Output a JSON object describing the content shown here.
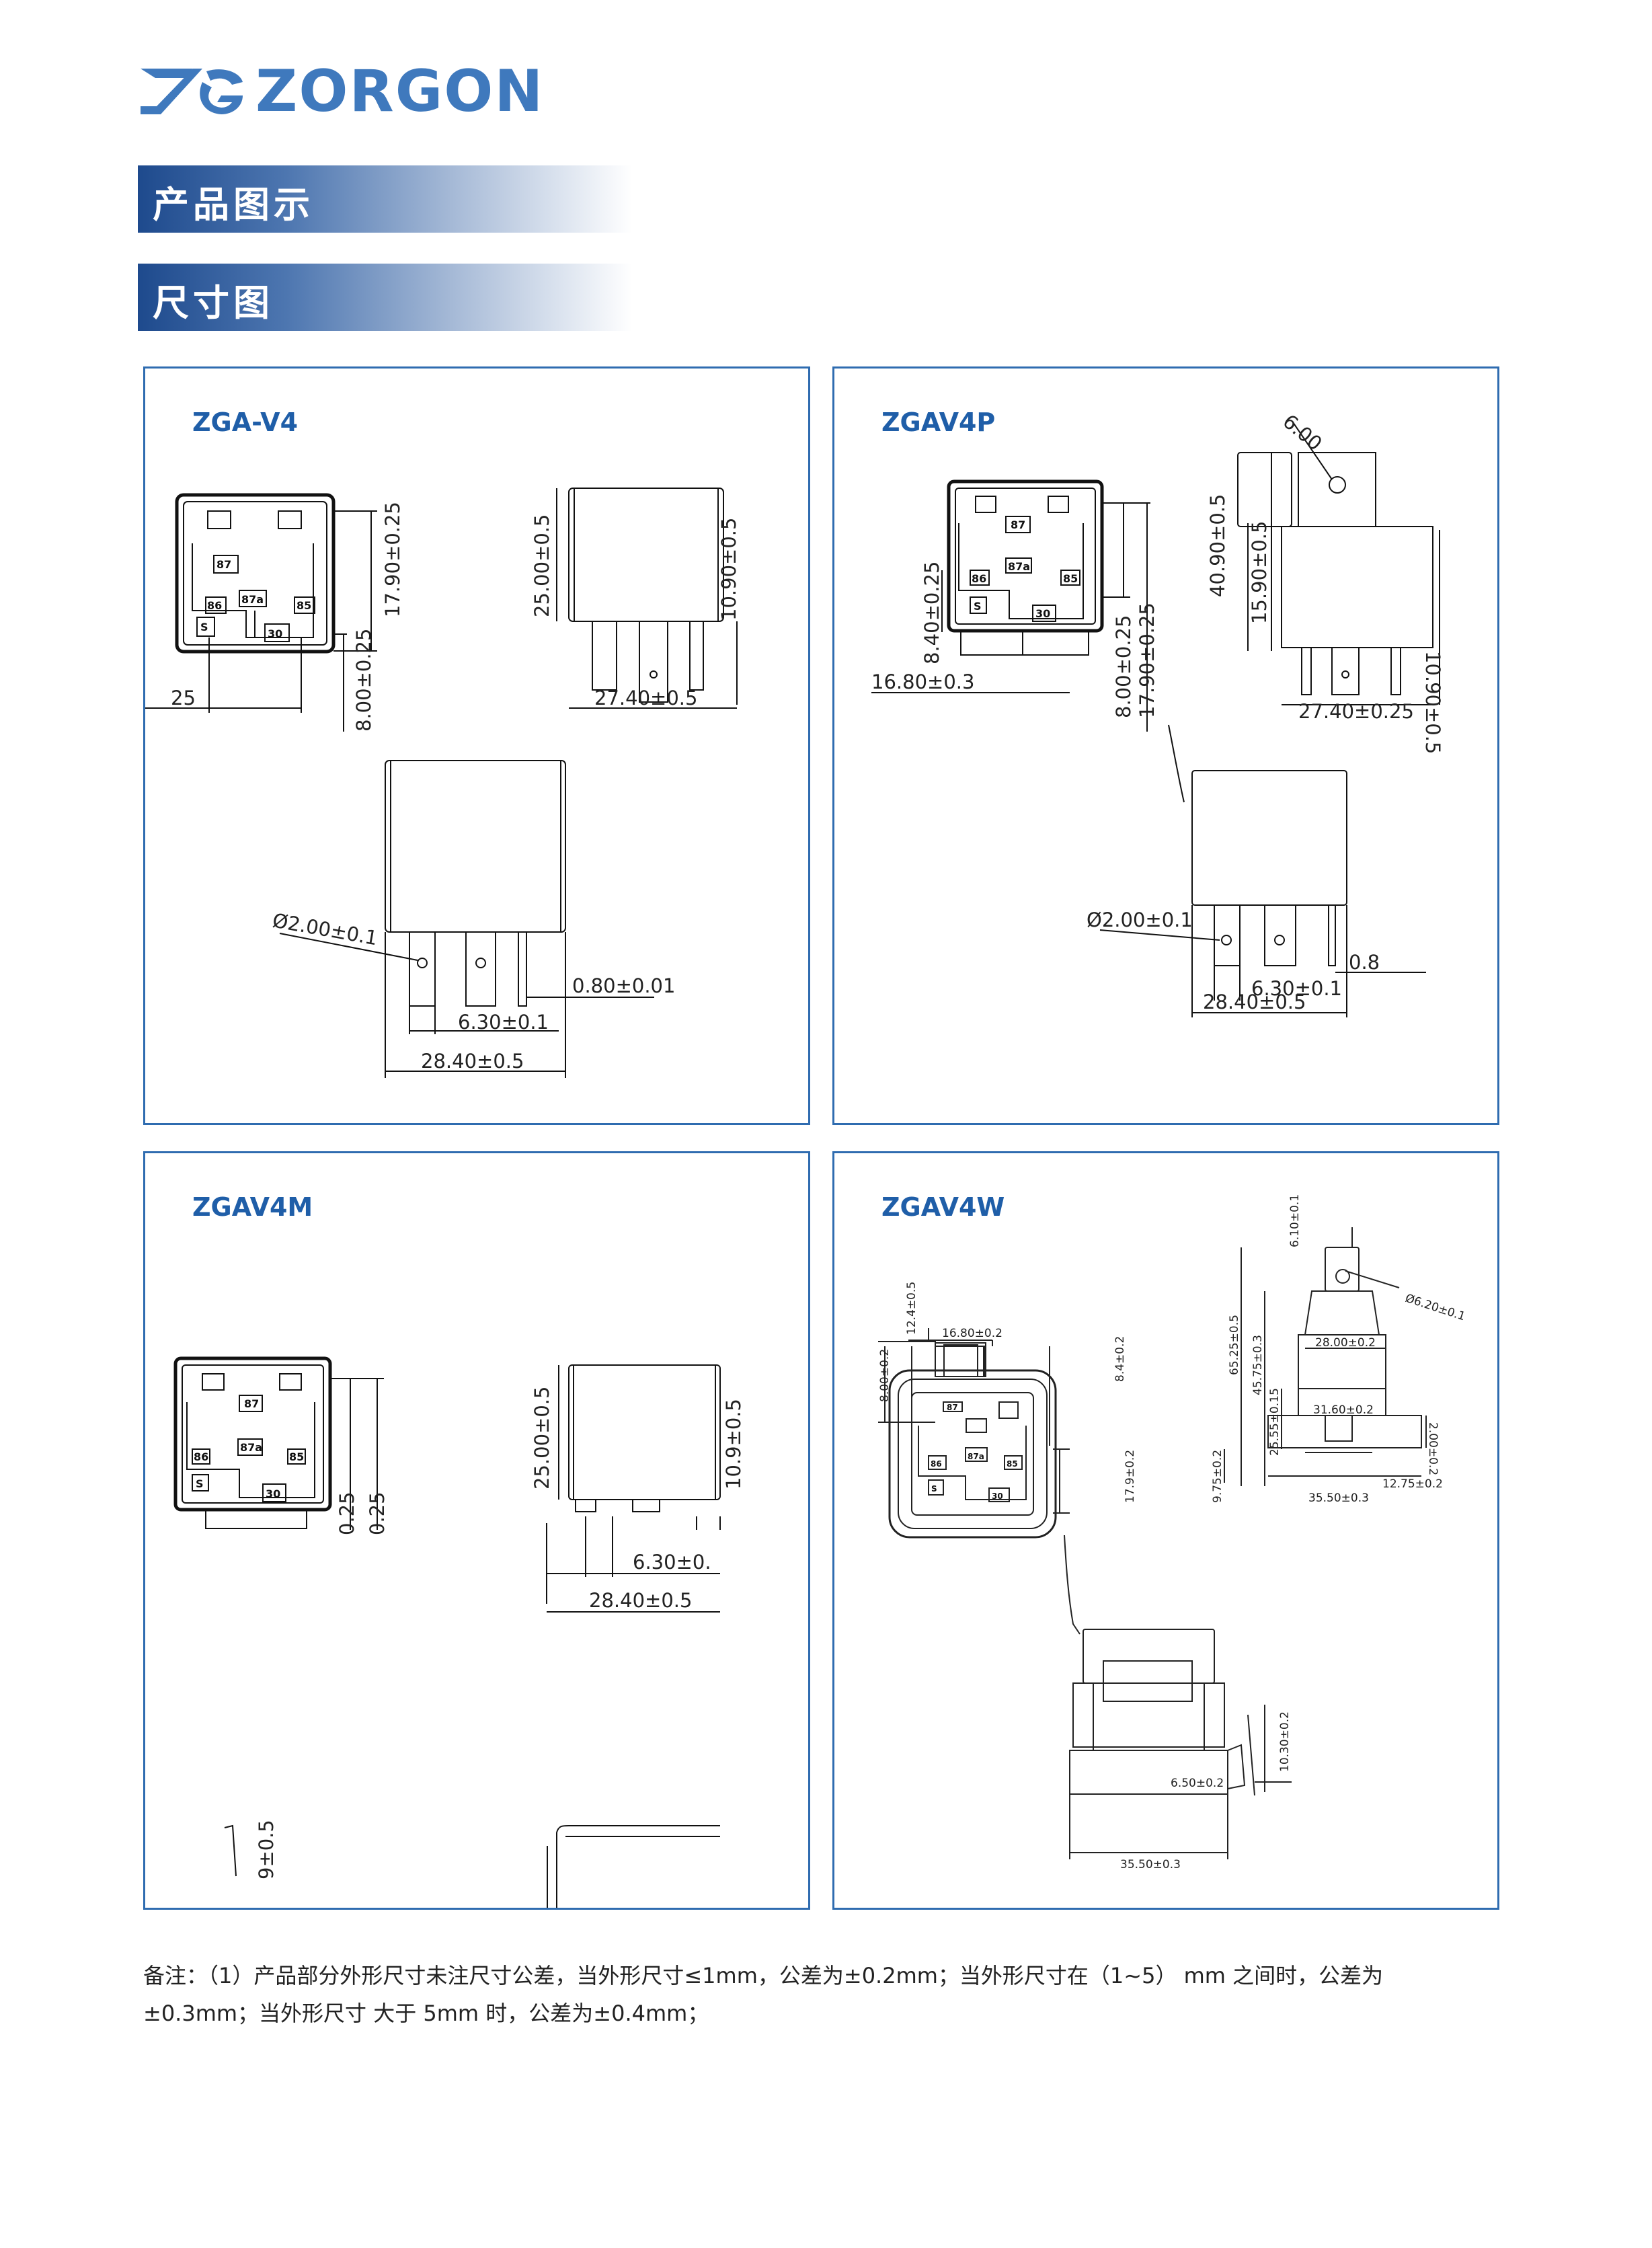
{
  "brand": {
    "name": "ZORGON",
    "color": "#3f79bd"
  },
  "sections": {
    "product_image": "产品图示",
    "dimension_drawing": "尺寸图"
  },
  "panels": [
    {
      "model": "ZGA-V4",
      "dims": {
        "top_h": "17.90±0.25",
        "left_h": "8.00±0.25",
        "bottom_partial": "25",
        "side_h": "25.00±0.5",
        "side_h2": "10.90±0.5",
        "side_w": "27.40±0.5",
        "hole": "Ø2.00±0.1",
        "pin_t": "0.80±0.01",
        "pin_w": "6.30±0.1",
        "width": "28.40±0.5"
      }
    },
    {
      "model": "ZGAV4P",
      "dims": {
        "left_h": "8.40±0.25",
        "width_b": "16.80±0.3",
        "h1": "8.00±0.25",
        "h2": "17.90±0.25",
        "hole_d": "6.00",
        "total_h": "40.90±0.5",
        "body_h": "15.90±0.5",
        "pin_h": "10.90±0.5",
        "side_w": "27.40±0.25",
        "hole": "Ø2.00±0.1",
        "pin_t": "0.8",
        "pin_w": "6.30±0.1",
        "width": "28.40±0.5"
      }
    },
    {
      "model": "ZGAV4M",
      "dims": {
        "h_a": "0.25",
        "h_b": "0.25",
        "side_h": "25.00±0.5",
        "pin_h": "10.9±0.5",
        "pin_w": "6.30±0.",
        "width": "28.40±0.5",
        "bottom": "9±0.5"
      }
    },
    {
      "model": "ZGAV4W",
      "dims": {
        "w_top": "16.80±0.2",
        "h_top": "12.4±0.5",
        "left_h": "8.00±0.2",
        "right_h": "8.4±0.2",
        "right_h2": "17.9±0.2",
        "tab_h": "6.10±0.1",
        "hole": "Ø6.20±0.1",
        "total_h": "65.25±0.5",
        "h2": "45.75±0.3",
        "body_w": "28.00±0.2",
        "base_w": "31.60±0.2",
        "h3": "25.55±0.15",
        "flange_h": "2.00±0.2",
        "flange_w": "12.75±0.2",
        "bot_h": "9.75±0.2",
        "bot_w": "35.50±0.3",
        "lower_h": "10.30±0.2",
        "lower_tab": "6.50±0.2",
        "lower_w": "35.50±0.3"
      }
    }
  ],
  "terminals": [
    "87",
    "87a",
    "86",
    "85",
    "30",
    "S"
  ],
  "note": {
    "line1": "备注：（1）产品部分外形尺寸未注尺寸公差，当外形尺寸≤1mm，公差为±0.2mm；当外形尺寸在（1~5） mm 之间时，公差为",
    "line2": "±0.3mm；当外形尺寸 大于 5mm 时，公差为±0.4mm；"
  }
}
